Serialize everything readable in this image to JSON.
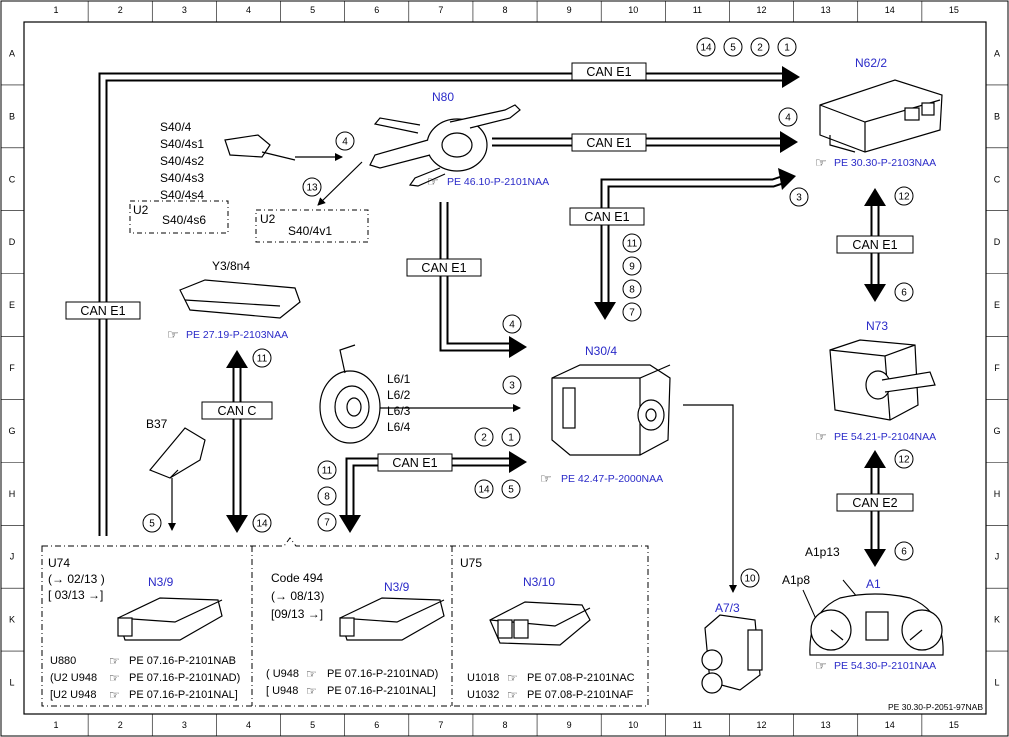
{
  "grid": {
    "columns": [
      "1",
      "2",
      "3",
      "4",
      "5",
      "6",
      "7",
      "8",
      "9",
      "10",
      "11",
      "12",
      "13",
      "14",
      "15"
    ],
    "rows": [
      "A",
      "B",
      "C",
      "D",
      "E",
      "F",
      "G",
      "H",
      "J",
      "K",
      "L"
    ]
  },
  "footer_code": "PE 30.30-P-2051-97NAB",
  "can_labels": {
    "e1_top": "CAN E1",
    "e1_n80_right": "CAN E1",
    "e1_to_n62": "CAN E1",
    "e1_left": "CAN E1",
    "e1_n80_down": "CAN E1",
    "e1_n62_n73": "CAN E1",
    "e1_to_n30": "CAN E1",
    "can_c": "CAN C",
    "e2": "CAN E2"
  },
  "components": {
    "n62": {
      "name": "N62/2",
      "ref": "PE 30.30-P-2103NAA"
    },
    "n80": {
      "name": "N80",
      "ref": "PE 46.10-P-2101NAA"
    },
    "y3": {
      "name": "Y3/8n4",
      "ref": "PE 27.19-P-2103NAA"
    },
    "n30": {
      "name": "N30/4",
      "ref": "PE 42.47-P-2000NAA"
    },
    "n73": {
      "name": "N73",
      "ref": "PE 54.21-P-2104NAA"
    },
    "a1": {
      "name": "A1",
      "ref": "PE 54.30-P-2101NAA",
      "sub1": "A1p13",
      "sub2": "A1p8"
    },
    "a7": {
      "name": "A7/3"
    },
    "b37": {
      "name": "B37"
    }
  },
  "switches": [
    "S40/4",
    "S40/4s1",
    "S40/4s2",
    "S40/4s3",
    "S40/4s4"
  ],
  "u2_s40s6": {
    "prefix": "U2",
    "label": "S40/4s6"
  },
  "u2_s40v1": {
    "prefix": "U2",
    "label": "S40/4v1"
  },
  "sensors": [
    "L6/1",
    "L6/2",
    "L6/3",
    "L6/4"
  ],
  "circled": {
    "top": [
      "14",
      "5",
      "2",
      "1"
    ],
    "n62_4": "4",
    "n80_4": "4",
    "n80_13": "13",
    "n62_3": "3",
    "n62_12": "12",
    "n73_6": "6",
    "n30_col": [
      "11",
      "9",
      "8",
      "7"
    ],
    "n30_4": "4",
    "n30_3": "3",
    "n30_21": [
      "2",
      "1"
    ],
    "n30_145": [
      "14",
      "5"
    ],
    "y3_11": "11",
    "b37_5": "5",
    "canc_14": "14",
    "left_col": [
      "11",
      "8",
      "7"
    ],
    "n73_12": "12",
    "a1_6": "6",
    "a7_10": "10"
  },
  "bottom_box": {
    "u74": {
      "title": "U74",
      "line1": "(→ 02/13 )",
      "line2": "[ 03/13 →]",
      "ecu": "N3/9",
      "refs": [
        {
          "code": "U880",
          "ref": "PE 07.16-P-2101NAB"
        },
        {
          "code": "(U2  U948",
          "ref": "PE 07.16-P-2101NAD)"
        },
        {
          "code": "[U2  U948",
          "ref": "PE 07.16-P-2101NAL]"
        }
      ]
    },
    "code494": {
      "title": "Code 494",
      "line1": "(→ 08/13)",
      "line2": "[09/13  →]",
      "ecu": "N3/9",
      "refs": [
        {
          "code": "( U948",
          "ref": "PE 07.16-P-2101NAD)"
        },
        {
          "code": "[ U948",
          "ref": "PE 07.16-P-2101NAL]"
        }
      ]
    },
    "u75": {
      "title": "U75",
      "ecu": "N3/10",
      "refs": [
        {
          "code": "U1018",
          "ref": "PE 07.08-P-2101NAC"
        },
        {
          "code": "U1032",
          "ref": "PE 07.08-P-2101NAF"
        }
      ]
    }
  }
}
